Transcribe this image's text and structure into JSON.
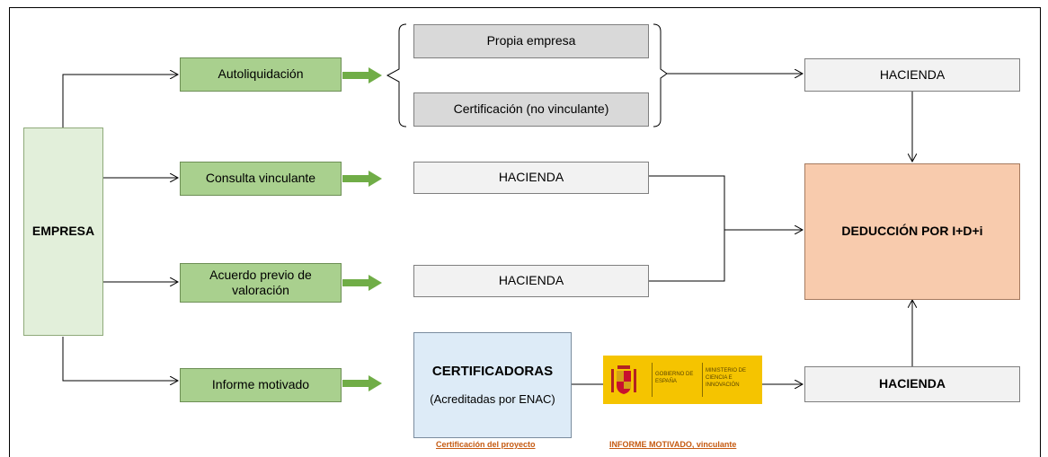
{
  "empresa": "EMPRESA",
  "channels": {
    "autoliquidacion": "Autoliquidación",
    "consulta": "Consulta vinculante",
    "acuerdo": "Acuerdo previo de valoración",
    "informe": "Informe motivado"
  },
  "options": {
    "propia": "Propia empresa",
    "certificacion": "Certificación (no vinculante)"
  },
  "hacienda": "HACIENDA",
  "deduccion": "DEDUCCIÓN POR I+D+i",
  "certificadoras": {
    "title": "CERTIFICADORAS",
    "subtitle": "(Acreditadas por ENAC)"
  },
  "ministry_logo": {
    "gobierno": "GOBIERNO DE ESPAÑA",
    "ministerio": "MINISTERIO DE CIENCIA E INNOVACIÓN"
  },
  "captions": {
    "certificacion_proyecto": "Certificación del proyecto",
    "informe_motivado": "INFORME MOTIVADO, vinculante"
  },
  "colors": {
    "green": "#a9d08e",
    "arrow_green": "#70ad47",
    "deduccion": "#f8cbad",
    "certificadoras": "#ddebf7",
    "logo_yellow": "#f5c400",
    "caption": "#c55a11"
  }
}
